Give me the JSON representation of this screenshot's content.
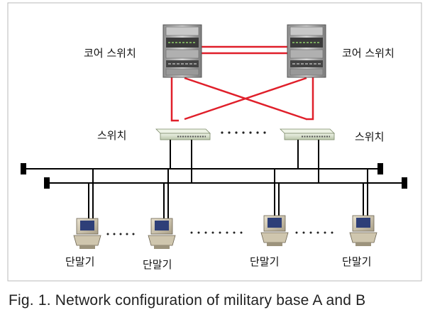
{
  "core_switches": [
    {
      "label": "코어 스위치"
    },
    {
      "label": "코어 스위치"
    }
  ],
  "switches": [
    {
      "label": "스위치"
    },
    {
      "label": "스위치"
    }
  ],
  "terminals": [
    {
      "label": "단말기"
    },
    {
      "label": "단말기"
    },
    {
      "label": "단말기"
    },
    {
      "label": "단말기"
    }
  ],
  "caption": "Fig. 1. Network configuration of military base A and B",
  "colors": {
    "redundant_link": "#e01f2a",
    "bus": "#000000",
    "frame": "#b9b9b9"
  }
}
